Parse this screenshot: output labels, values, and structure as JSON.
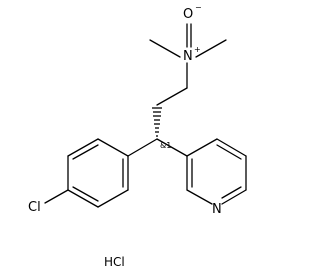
{
  "structure": {
    "atom_labels": {
      "oxygen": "O",
      "nitrogen": "N",
      "nitrogen_charge": "+",
      "oxygen_charge": "−",
      "chlorine": "Cl",
      "pyridine_nitrogen": "N"
    },
    "stereo_label": "&1",
    "salt_label": "HCl"
  },
  "colors": {
    "bond": "#000000",
    "text": "#000000",
    "background": "#ffffff"
  }
}
